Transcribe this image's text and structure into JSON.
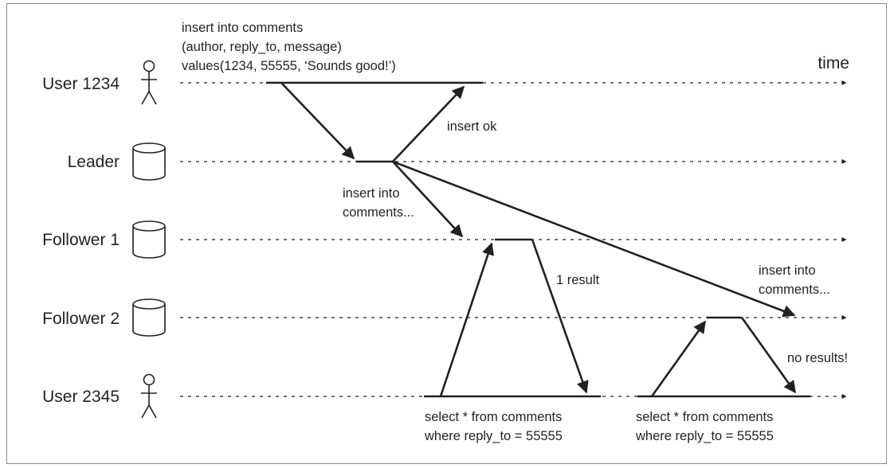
{
  "diagram": {
    "time_label": "time",
    "lanes": [
      {
        "id": "user1234",
        "label": "User 1234",
        "icon": "person-icon"
      },
      {
        "id": "leader",
        "label": "Leader",
        "icon": "database-icon"
      },
      {
        "id": "follower1",
        "label": "Follower 1",
        "icon": "database-icon"
      },
      {
        "id": "follower2",
        "label": "Follower 2",
        "icon": "database-icon"
      },
      {
        "id": "user2345",
        "label": "User 2345",
        "icon": "person-icon"
      }
    ],
    "annotations": {
      "insert_query": [
        "insert into comments",
        "(author, reply_to, message)",
        "values(1234, 55555, ‘Sounds good!’)"
      ],
      "insert_ok": "insert ok",
      "replicate_f1": [
        "insert into",
        "comments..."
      ],
      "replicate_f2": [
        "insert into",
        "comments..."
      ],
      "one_result": "1 result",
      "no_results": "no results!",
      "select_query_1": [
        "select * from comments",
        "where reply_to = 55555"
      ],
      "select_query_2": [
        "select * from comments",
        "where reply_to = 55555"
      ]
    }
  }
}
